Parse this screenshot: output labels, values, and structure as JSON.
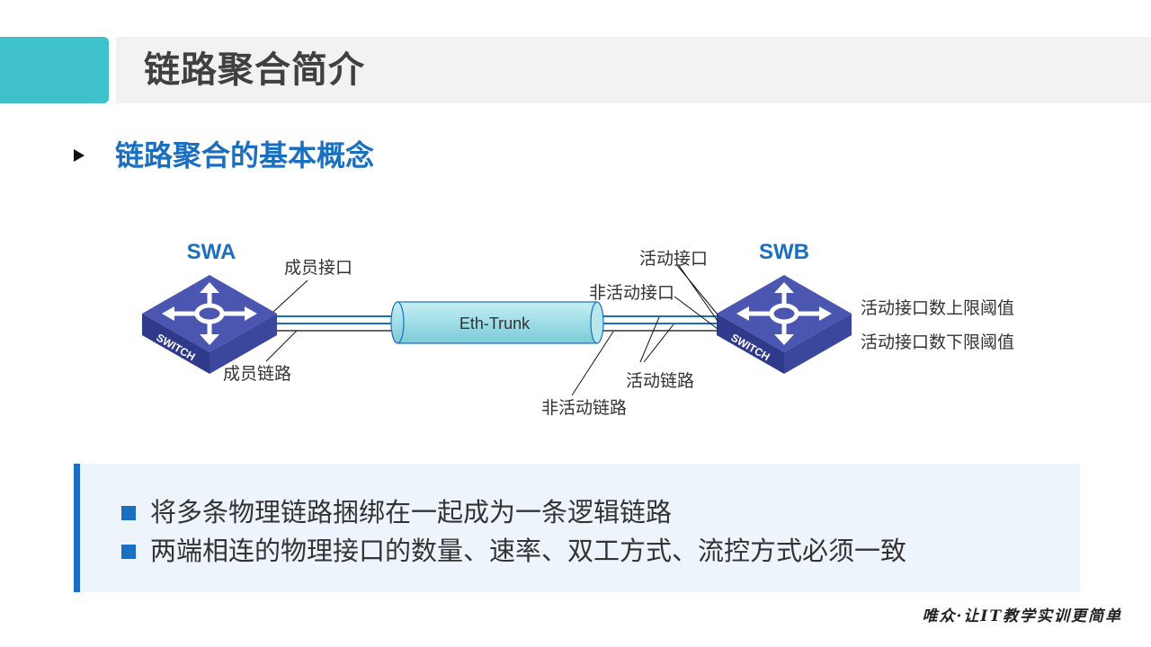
{
  "header": {
    "title": "链路聚合简介"
  },
  "section": {
    "heading": "链路聚合的基本概念"
  },
  "diagram": {
    "swa_label": "SWA",
    "swb_label": "SWB",
    "switch_text": "SWITCH",
    "trunk_label": "Eth-Trunk",
    "callouts": {
      "member_interface": "成员接口",
      "member_link": "成员链路",
      "active_interface": "活动接口",
      "inactive_interface": "非活动接口",
      "active_link": "活动链路",
      "inactive_link": "非活动链路",
      "upper_threshold": "活动接口数上限阈值",
      "lower_threshold": "活动接口数下限阈值"
    },
    "colors": {
      "switch": "#3d4aa3",
      "trunk": "#9fdde6",
      "link": "#1a6fc0",
      "label_blue": "#1a6fc0"
    }
  },
  "bullets": [
    "将多条物理链路捆绑在一起成为一条逻辑链路",
    "两端相连的物理接口的数量、速率、双工方式、流控方式必须一致"
  ],
  "footer": {
    "slogan": "唯众·让IT教学实训更简单"
  }
}
